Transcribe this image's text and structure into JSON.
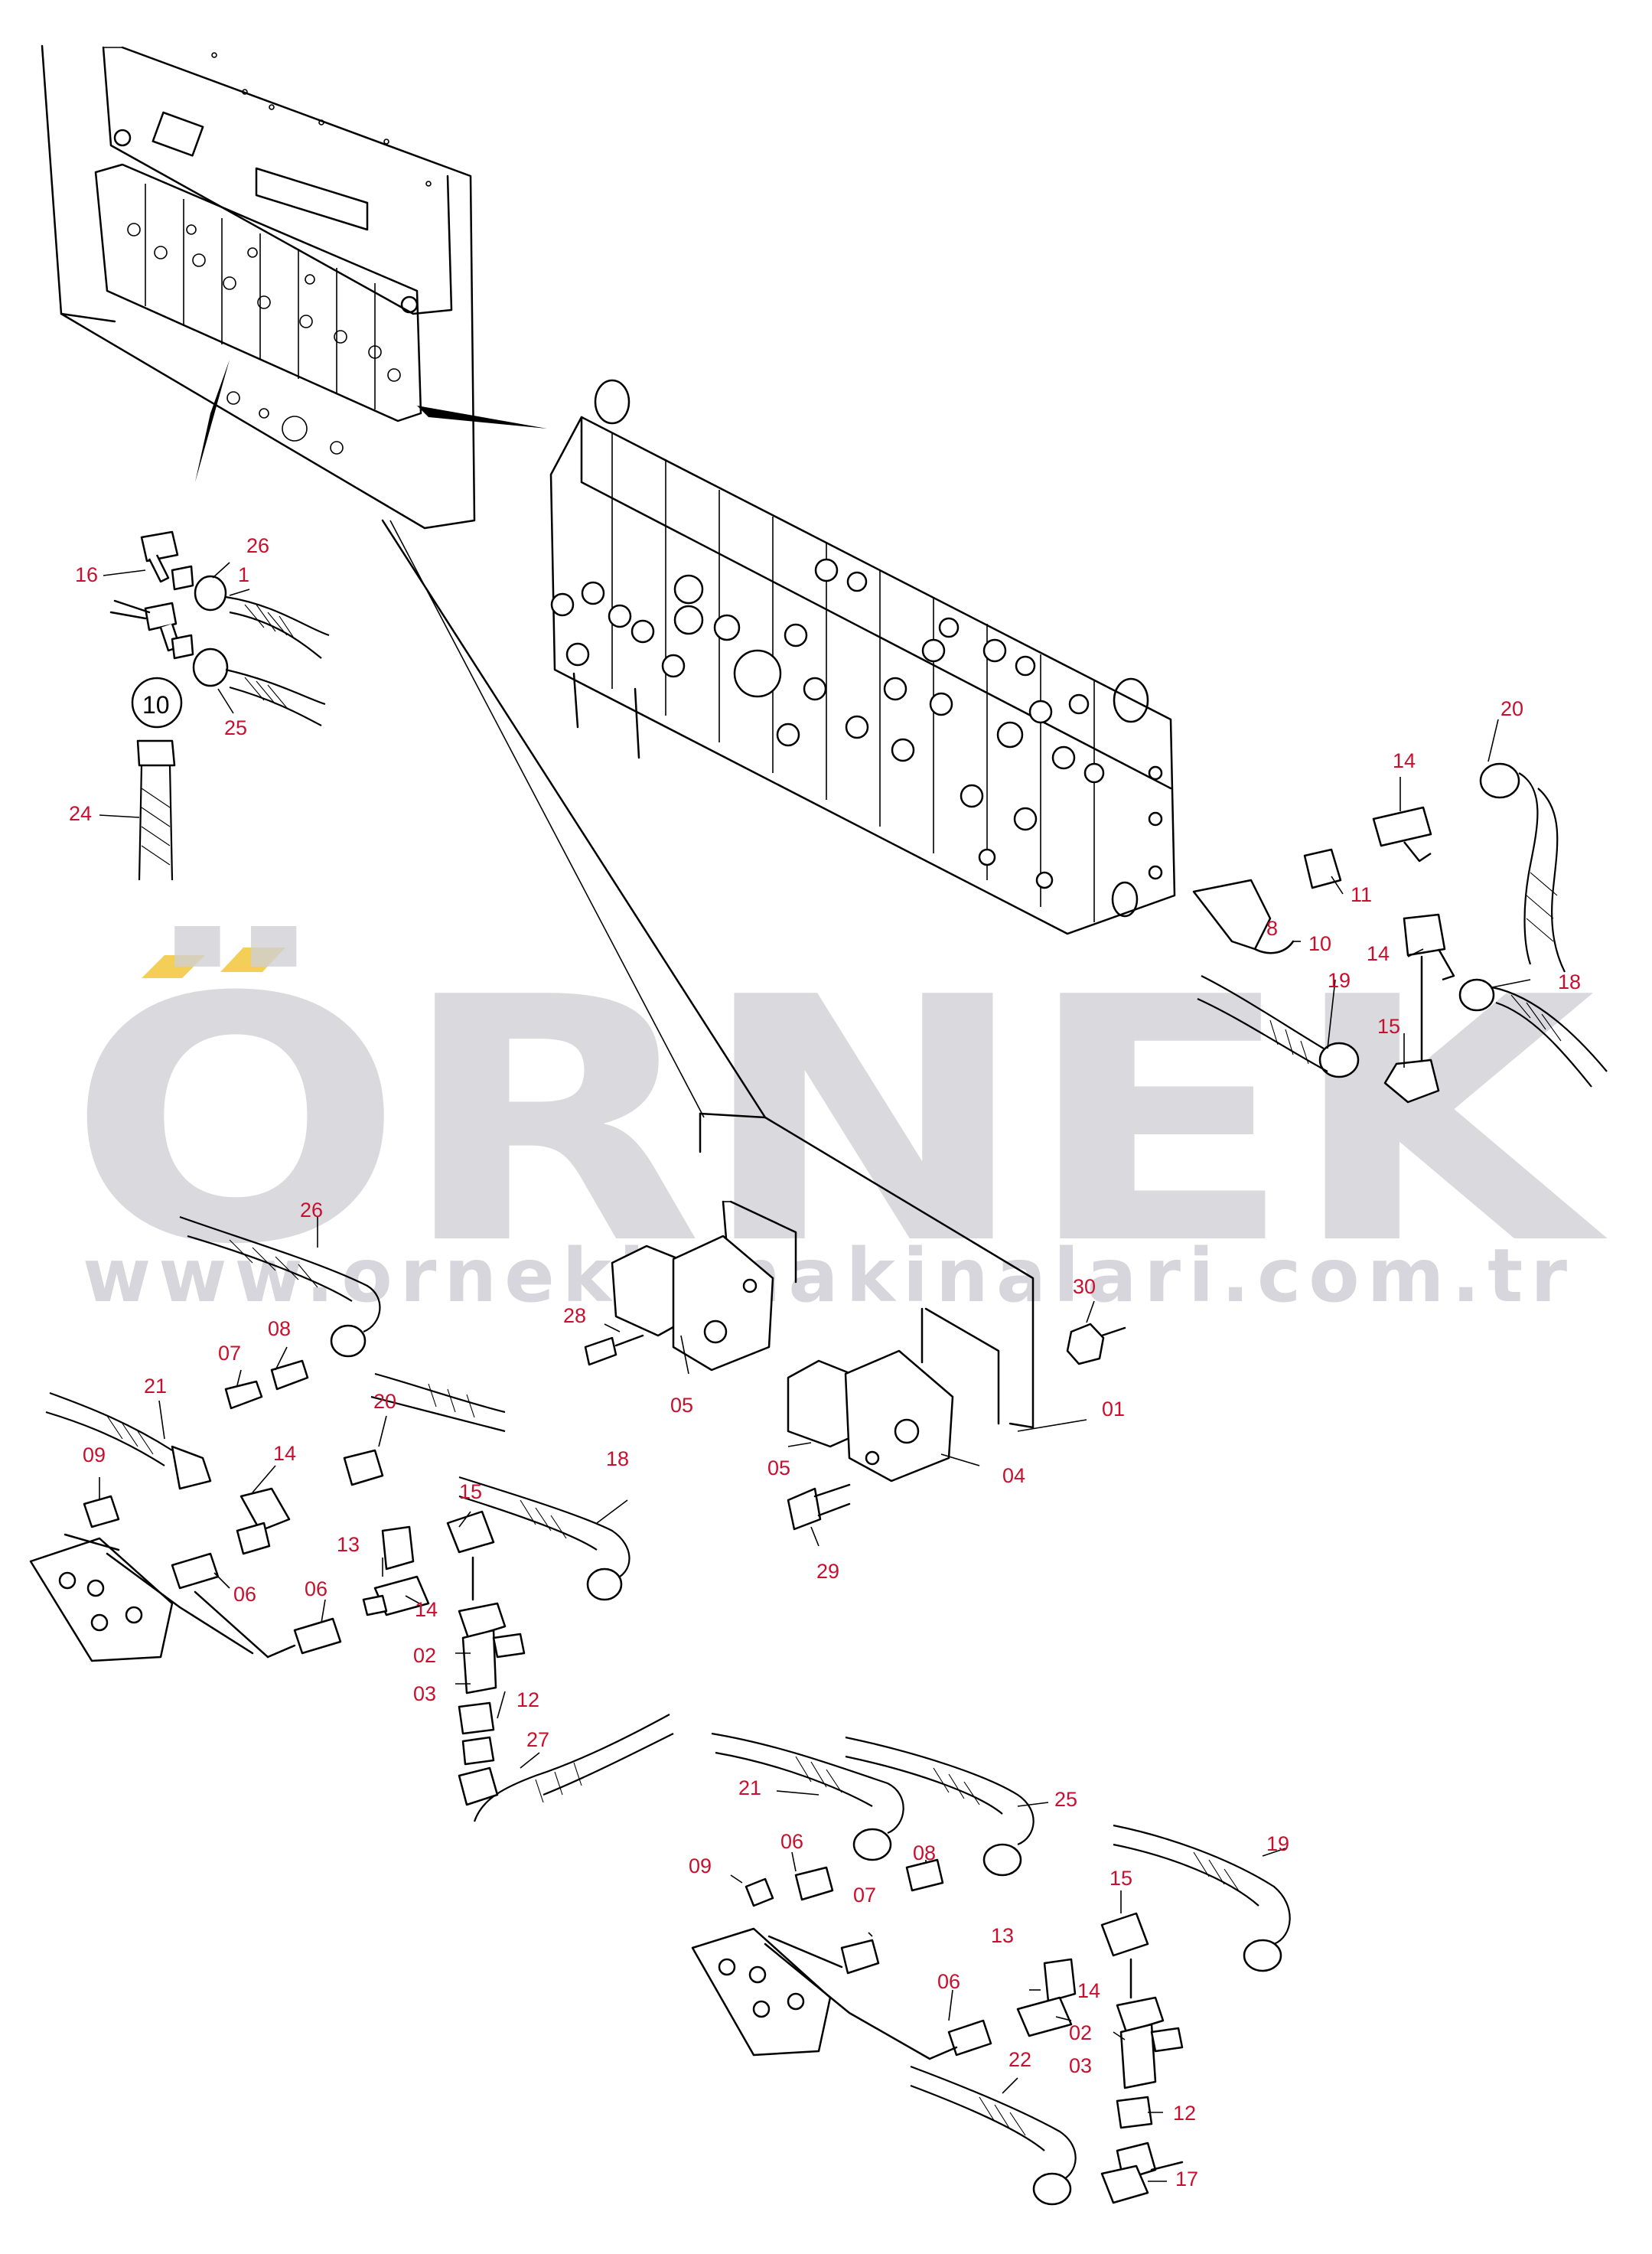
{
  "watermark": {
    "brand": "ÖRNEK",
    "url": "www.ornekismakinalari.com.tr",
    "umlaut_color": "#f3cf57",
    "text_color": "#cfcfd6"
  },
  "label_color": "#c8102e",
  "callouts": {
    "c_16": "16",
    "c_26a": "26",
    "c_1": "1",
    "c_10a": "10",
    "c_25a": "25",
    "c_24": "24",
    "c_20a": "20",
    "c_14a": "14",
    "c_11": "11",
    "c_8": "8",
    "c_10b": "10",
    "c_14b": "14",
    "c_18a": "18",
    "c_19a": "19",
    "c_15a": "15",
    "c_26b": "26",
    "c_08a": "08",
    "c_07a": "07",
    "c_21a": "21",
    "c_20b": "20",
    "c_09a": "09",
    "c_14c": "14",
    "c_18b": "18",
    "c_15b": "15",
    "c_13a": "13",
    "c_06a": "06",
    "c_06b": "06",
    "c_14d": "14",
    "c_02a": "02",
    "c_03a": "03",
    "c_12a": "12",
    "c_27": "27",
    "c_30": "30",
    "c_28": "28",
    "c_05a": "05",
    "c_01": "01",
    "c_05b": "05",
    "c_04": "04",
    "c_29": "29",
    "c_21b": "21",
    "c_25b": "25",
    "c_06c": "06",
    "c_08b": "08",
    "c_09b": "09",
    "c_07b": "07",
    "c_19b": "19",
    "c_15c": "15",
    "c_13b": "13",
    "c_06d": "06",
    "c_14e": "14",
    "c_02b": "02",
    "c_03b": "03",
    "c_22": "22",
    "c_12b": "12",
    "c_17": "17"
  }
}
